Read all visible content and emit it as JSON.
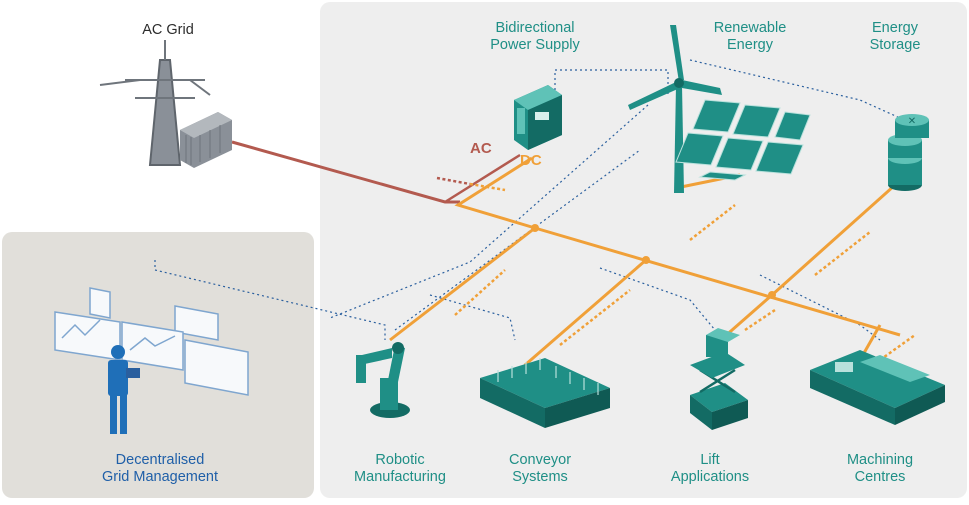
{
  "labels": {
    "ac_grid": "AC Grid",
    "bidirectional": "Bidirectional\nPower Supply",
    "renewable": "Renewable\nEnergy",
    "storage": "Energy\nStorage",
    "grid_mgmt": "Decentralised\nGrid Management",
    "robotic": "Robotic\nManufacturing",
    "conveyor": "Conveyor\nSystems",
    "lift": "Lift\nApplications",
    "machining": "Machining\nCentres",
    "ac_tag": "AC",
    "dc_tag": "DC"
  },
  "colors": {
    "panel": "#eeeeee",
    "panel_left": "#e1dfda",
    "teal": "#1f8f86",
    "teal_dark": "#136b64",
    "orange": "#f0a038",
    "ac_red": "#b35a4f",
    "grey_icon": "#7a7f86",
    "blue_dot": "#2a5f9e",
    "blue_person": "#1f6fb8"
  }
}
